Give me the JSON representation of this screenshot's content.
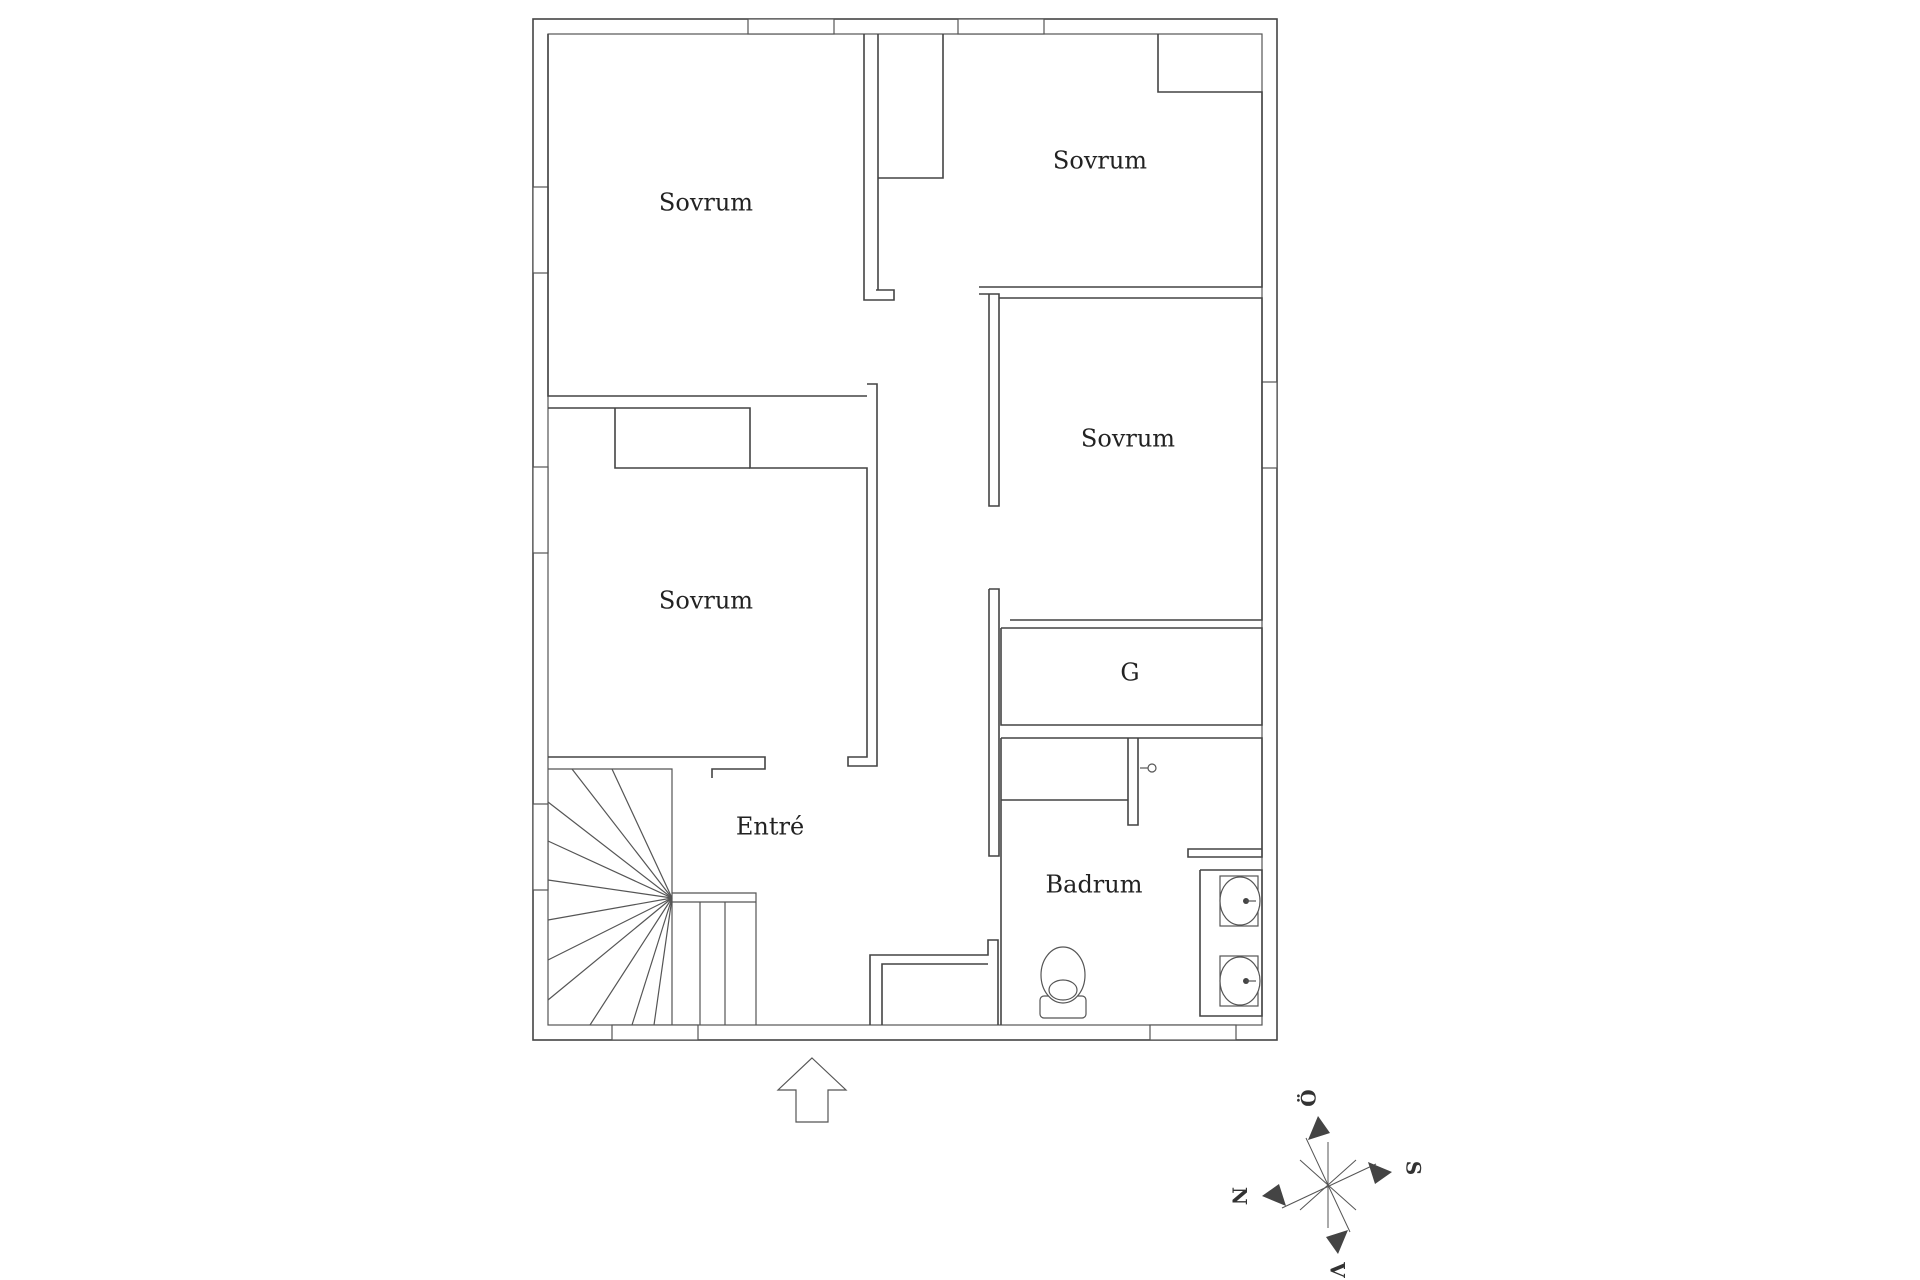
{
  "rooms": {
    "sovrum_nw": "Sovrum",
    "sovrum_ne": "Sovrum",
    "sovrum_e": "Sovrum",
    "sovrum_w": "Sovrum",
    "g": "G",
    "entre": "Entré",
    "badrum": "Badrum"
  },
  "compass": {
    "top": "Ö",
    "right": "S",
    "left": "N",
    "bottom": "V"
  },
  "icons": {
    "entrance": "entrance-arrow-icon",
    "compass": "compass-rose-icon",
    "stairs": "staircase-icon",
    "toilet": "toilet-icon",
    "sink": "sink-icon"
  }
}
